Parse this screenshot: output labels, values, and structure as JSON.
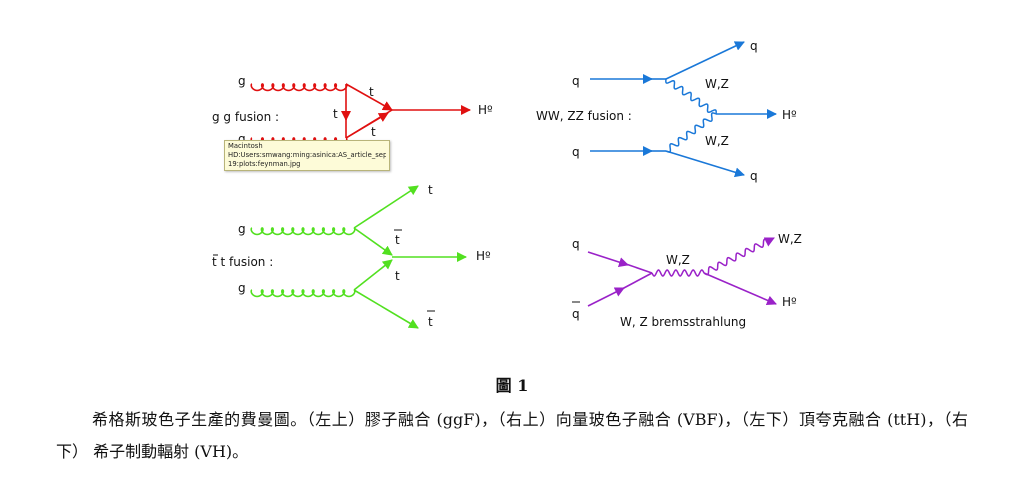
{
  "diagrams": {
    "ggf": {
      "label": "g g fusion :",
      "g_top": "g",
      "g_bottom": "g",
      "t_left": "t",
      "t_top": "t",
      "t_bottom": "t",
      "higgs": "Hº",
      "color": "#e01010"
    },
    "vbf": {
      "label": "WW, ZZ fusion :",
      "q_in_top": "q",
      "q_in_bottom": "q",
      "q_out_top": "q",
      "q_out_bottom": "q",
      "boson_top": "W,Z",
      "boson_bottom": "W,Z",
      "higgs": "Hº",
      "color": "#1a78d8"
    },
    "tth": {
      "label": "t t fusion :",
      "g_top": "g",
      "g_bottom": "g",
      "t_out_top": "t",
      "tbar_upper": "t",
      "t_lower": "t",
      "tbar_out_bottom": "t",
      "higgs": "Hº",
      "color": "#52e020"
    },
    "vh": {
      "label": "W, Z bremsstrahlung",
      "q_in": "q",
      "qbar_in": "q",
      "boson_mid": "W,Z",
      "boson_out": "W,Z",
      "higgs": "Hº",
      "color": "#9a22c8"
    }
  },
  "tooltip": {
    "line1": "Macintosh",
    "line2": "HD:Users:smwang:ming:asinica:AS_article_sep",
    "line3": "19:plots:feynman.jpg"
  },
  "figure_label": "圖 1",
  "caption": "希格斯玻色子生產的費曼圖。（左上）膠子融合 (ggF)，（右上）向量玻色子融合 (VBF)，（左下）頂夸克融合 (ttH)，（右下） 希子制動輻射 (VH)。"
}
